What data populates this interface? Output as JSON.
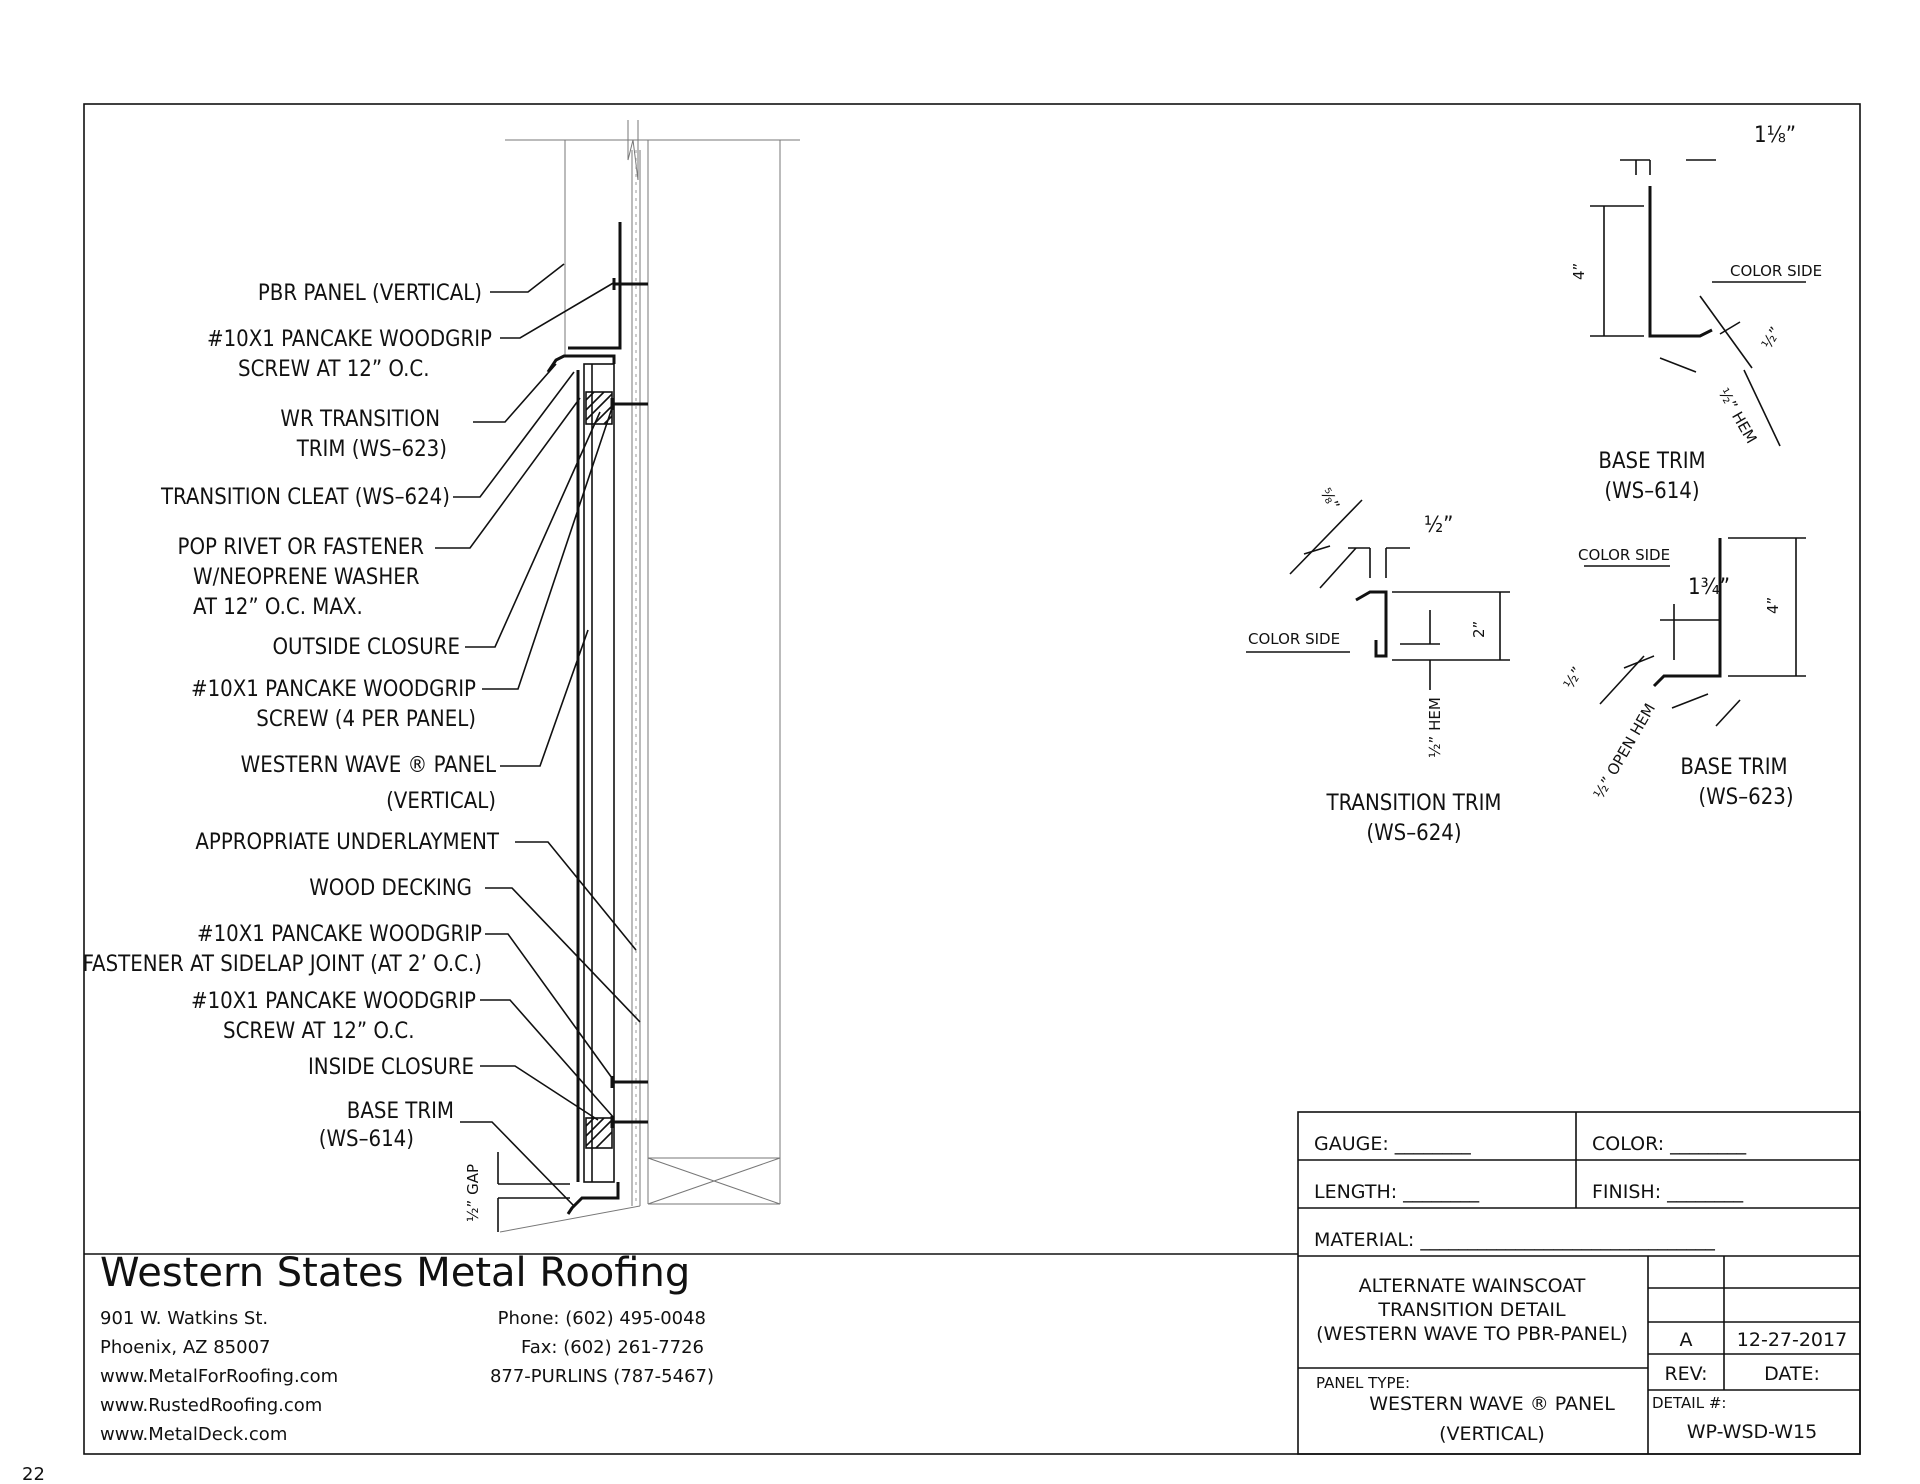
{
  "page_number": "22",
  "company": {
    "name": "Western States Metal Roofing",
    "address_line1": "901 W. Watkins St.",
    "address_line2": "Phoenix, AZ 85007",
    "web1": "www.MetalForRoofing.com",
    "web2": "www.RustedRoofing.com",
    "web3": "www.MetalDeck.com",
    "phone": "Phone: (602) 495-0048",
    "fax": "Fax: (602) 261-7726",
    "tollfree": "877-PURLINS (787-5467)"
  },
  "callouts": {
    "c1": "PBR PANEL (VERTICAL)",
    "c2a": "#10X1 PANCAKE WOODGRIP",
    "c2b": "SCREW AT 12” O.C.",
    "c3a": "WR TRANSITION",
    "c3b": "TRIM (WS–623)",
    "c4": "TRANSITION CLEAT (WS–624)",
    "c5a": "POP RIVET OR FASTENER",
    "c5b": "W/NEOPRENE WASHER",
    "c5c": "AT 12” O.C. MAX.",
    "c6": "OUTSIDE CLOSURE",
    "c7a": "#10X1 PANCAKE WOODGRIP",
    "c7b": "SCREW (4 PER PANEL)",
    "c8a": "WESTERN WAVE ® PANEL",
    "c8b": "(VERTICAL)",
    "c9": "APPROPRIATE UNDERLAYMENT",
    "c10": "WOOD DECKING",
    "c11a": "#10X1 PANCAKE WOODGRIP",
    "c11b": "FASTENER AT SIDELAP JOINT (AT 2’ O.C.)",
    "c12a": "#10X1 PANCAKE WOODGRIP",
    "c12b": "SCREW AT 12” O.C.",
    "c13": "INSIDE CLOSURE",
    "c14a": "BASE TRIM",
    "c14b": "(WS–614)",
    "gap": "½” GAP"
  },
  "details": {
    "base614": {
      "title1": "BASE TRIM",
      "title2": "(WS–614)",
      "dim_top": "1⅛”",
      "dim_height": "4”",
      "color_side": "COLOR SIDE",
      "dim_half": "½”",
      "hem": "½” HEM"
    },
    "transition624": {
      "title1": "TRANSITION TRIM",
      "title2": "(WS–624)",
      "dim_top_left": "⅝”",
      "dim_top_right": "½”",
      "color_side": "COLOR SIDE",
      "dim_height": "2”",
      "hem": "½” HEM"
    },
    "base623": {
      "title1": "BASE TRIM",
      "title2": "(WS–623)",
      "color_side": "COLOR SIDE",
      "dim_top": "1¾”",
      "dim_height": "4”",
      "dim_half": "½”",
      "open_hem": "½” OPEN HEM"
    }
  },
  "title_block": {
    "gauge": "GAUGE: ________",
    "color": "COLOR: ________",
    "length": "LENGTH: ________",
    "finish": "FINISH: ________",
    "material": "MATERIAL: _______________________________",
    "title1": "ALTERNATE WAINSCOAT",
    "title2": "TRANSITION DETAIL",
    "title3": "(WESTERN WAVE TO PBR-PANEL)",
    "panel_type_label": "PANEL TYPE:",
    "panel_type1": "WESTERN WAVE ® PANEL",
    "panel_type2": "(VERTICAL)",
    "rev_value": "A",
    "date_value": "12-27-2017",
    "rev_label": "REV:",
    "date_label": "DATE:",
    "detail_label": "DETAIL #:",
    "detail_value": "WP-WSD-W15"
  }
}
